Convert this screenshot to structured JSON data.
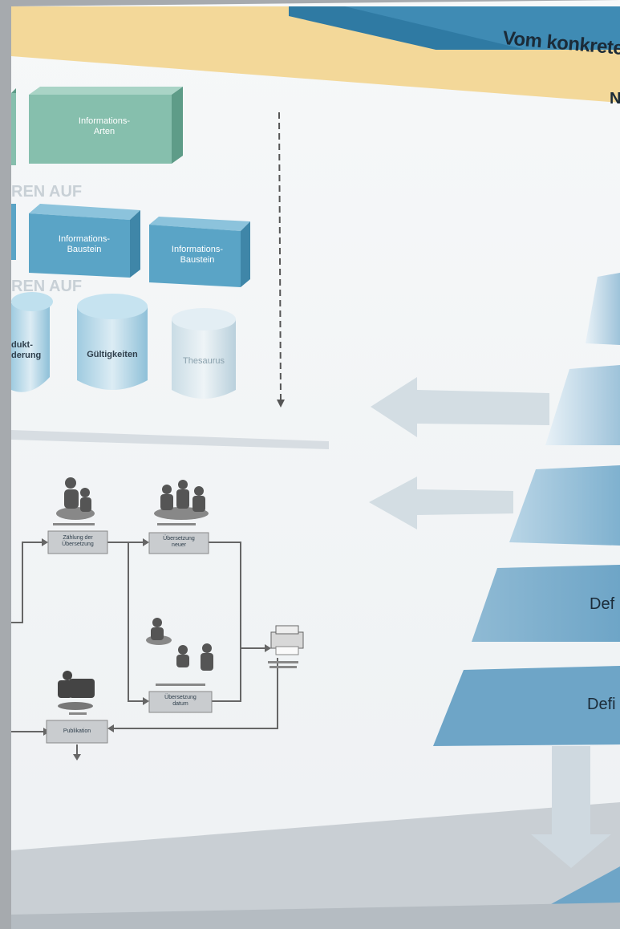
{
  "header": {
    "title": "Vom konkrete",
    "subtitle": "N"
  },
  "top_section": {
    "row1": {
      "box": "Informations-\nArten"
    },
    "divider1": "REN AUF",
    "row2": {
      "box1": "Informations-\nBaustein",
      "box2": "Informations-\nBaustein"
    },
    "divider2": "REN AUF",
    "cylinders": [
      "dukt-\nderung",
      "Gültigkeiten",
      "Thesaurus"
    ]
  },
  "workflow": {
    "nodes": [
      "Zählung der\nÜbersetzung",
      "Übersetzung\nneuer",
      "Übersetzung\ndatum",
      "Publikation"
    ]
  },
  "pyramid": {
    "levels": [
      "",
      "",
      "",
      "Def",
      "Defi"
    ]
  },
  "colors": {
    "header_blue": "#2f7aa3",
    "header_yellow": "#f3d899",
    "box_green": "#86bfad",
    "box_blue": "#5aa4c6",
    "pyramid_blue": "#6aa2c4"
  }
}
